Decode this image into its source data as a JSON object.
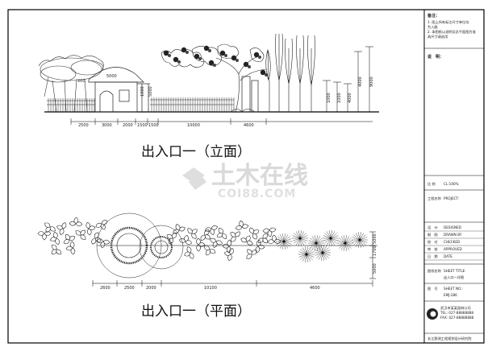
{
  "elevation": {
    "caption": "出入口一（立面）",
    "dims_h": [
      "2500",
      "3000",
      "2000",
      "1500",
      "1500",
      "10000",
      "4600"
    ],
    "dims_v": [
      "1000",
      "1000",
      "4000",
      "4000",
      "9000"
    ],
    "labels": [
      "200",
      "5000",
      "1000",
      "5000"
    ]
  },
  "plan": {
    "caption": "出入口一（平面）",
    "dims_h": [
      "2600",
      "2500",
      "2000",
      "10100",
      "4600"
    ],
    "dims_v": [
      "5000",
      "1700",
      "5000"
    ]
  },
  "watermark": {
    "cn": "土木在线",
    "en": "COI88.COM"
  },
  "title_block": {
    "notes_header": "备注：",
    "notes": [
      "1. 图上所有标注尺寸单位均",
      "   为入路",
      "2. 本图纸以说明及总平面图为准",
      "   具尺寸请选用"
    ],
    "notes2_header": "说　明：",
    "scale_row": [
      "比 例",
      "CL:100%"
    ],
    "project_row": [
      "工程名称",
      "PROJECT:"
    ],
    "design_rows": [
      [
        "设　计",
        "DESIGNED"
      ],
      [
        "制　图",
        "DRAWN BY"
      ],
      [
        "校　对",
        "CHECKED"
      ],
      [
        "审　核",
        "APPROVED"
      ],
      [
        "日　期",
        "DATE"
      ]
    ],
    "sheet_title": [
      "图纸名称",
      "SHEET TITLE:"
    ],
    "sheet_name": "出入口一详图",
    "sheet_no": [
      "图　号",
      "SHEET NO.:"
    ],
    "sheet_code": "EMJ-286",
    "company": [
      "武汉市某某园林公司",
      "TEL: 027-88888888",
      "FAX: 027-88888888"
    ],
    "footer": "长江勘测工程规划设计研究院"
  }
}
